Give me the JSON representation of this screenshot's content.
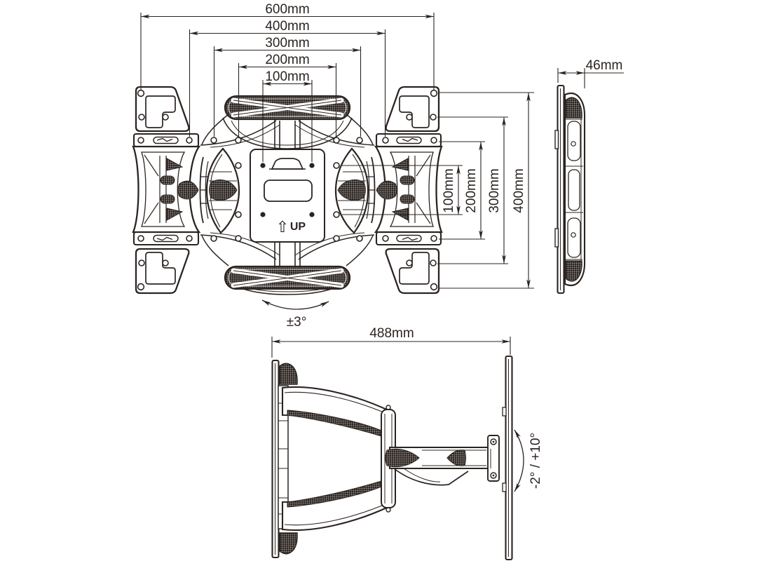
{
  "colors": {
    "background": "#ffffff",
    "ink": "#2b2421"
  },
  "front_view": {
    "horizontal_dims": [
      "600mm",
      "400mm",
      "300mm",
      "200mm",
      "100mm"
    ],
    "vertical_dims": [
      "100mm",
      "200mm",
      "300mm",
      "400mm"
    ],
    "up_arrow_glyph": "⇧",
    "up_label": "UP",
    "swivel_angle_label": "±3°"
  },
  "side_view": {
    "depth_label": "46mm"
  },
  "extended_side_view": {
    "extension_label": "488mm",
    "tilt_angle_label": "-2° / +10°"
  }
}
